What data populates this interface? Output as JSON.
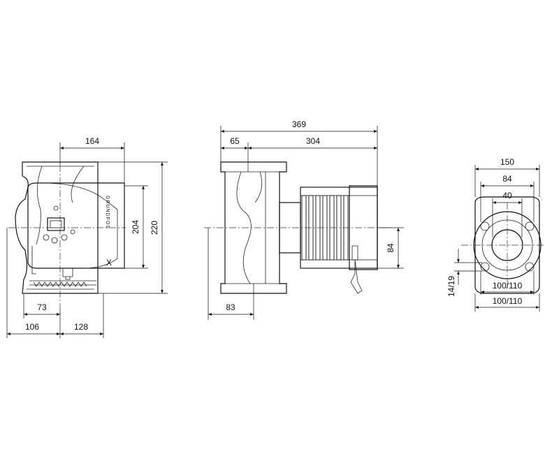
{
  "brand_text": "GRUNDFOS",
  "brand_mark": "X",
  "front_view": {
    "dims": {
      "width_top": "164",
      "height_inner": "204",
      "height_total": "220",
      "offset_73": "73",
      "left_106": "106",
      "right_128": "128"
    }
  },
  "side_view": {
    "dims": {
      "length_total": "369",
      "flange_65": "65",
      "motor_304": "304",
      "width_83": "83",
      "head_84": "84"
    }
  },
  "flange_view": {
    "dims": {
      "outer_150": "150",
      "bolt_84": "84",
      "bore_40": "40",
      "holes": "14/19",
      "pcd_a": "100/110",
      "pcd_b": "100/110"
    }
  }
}
